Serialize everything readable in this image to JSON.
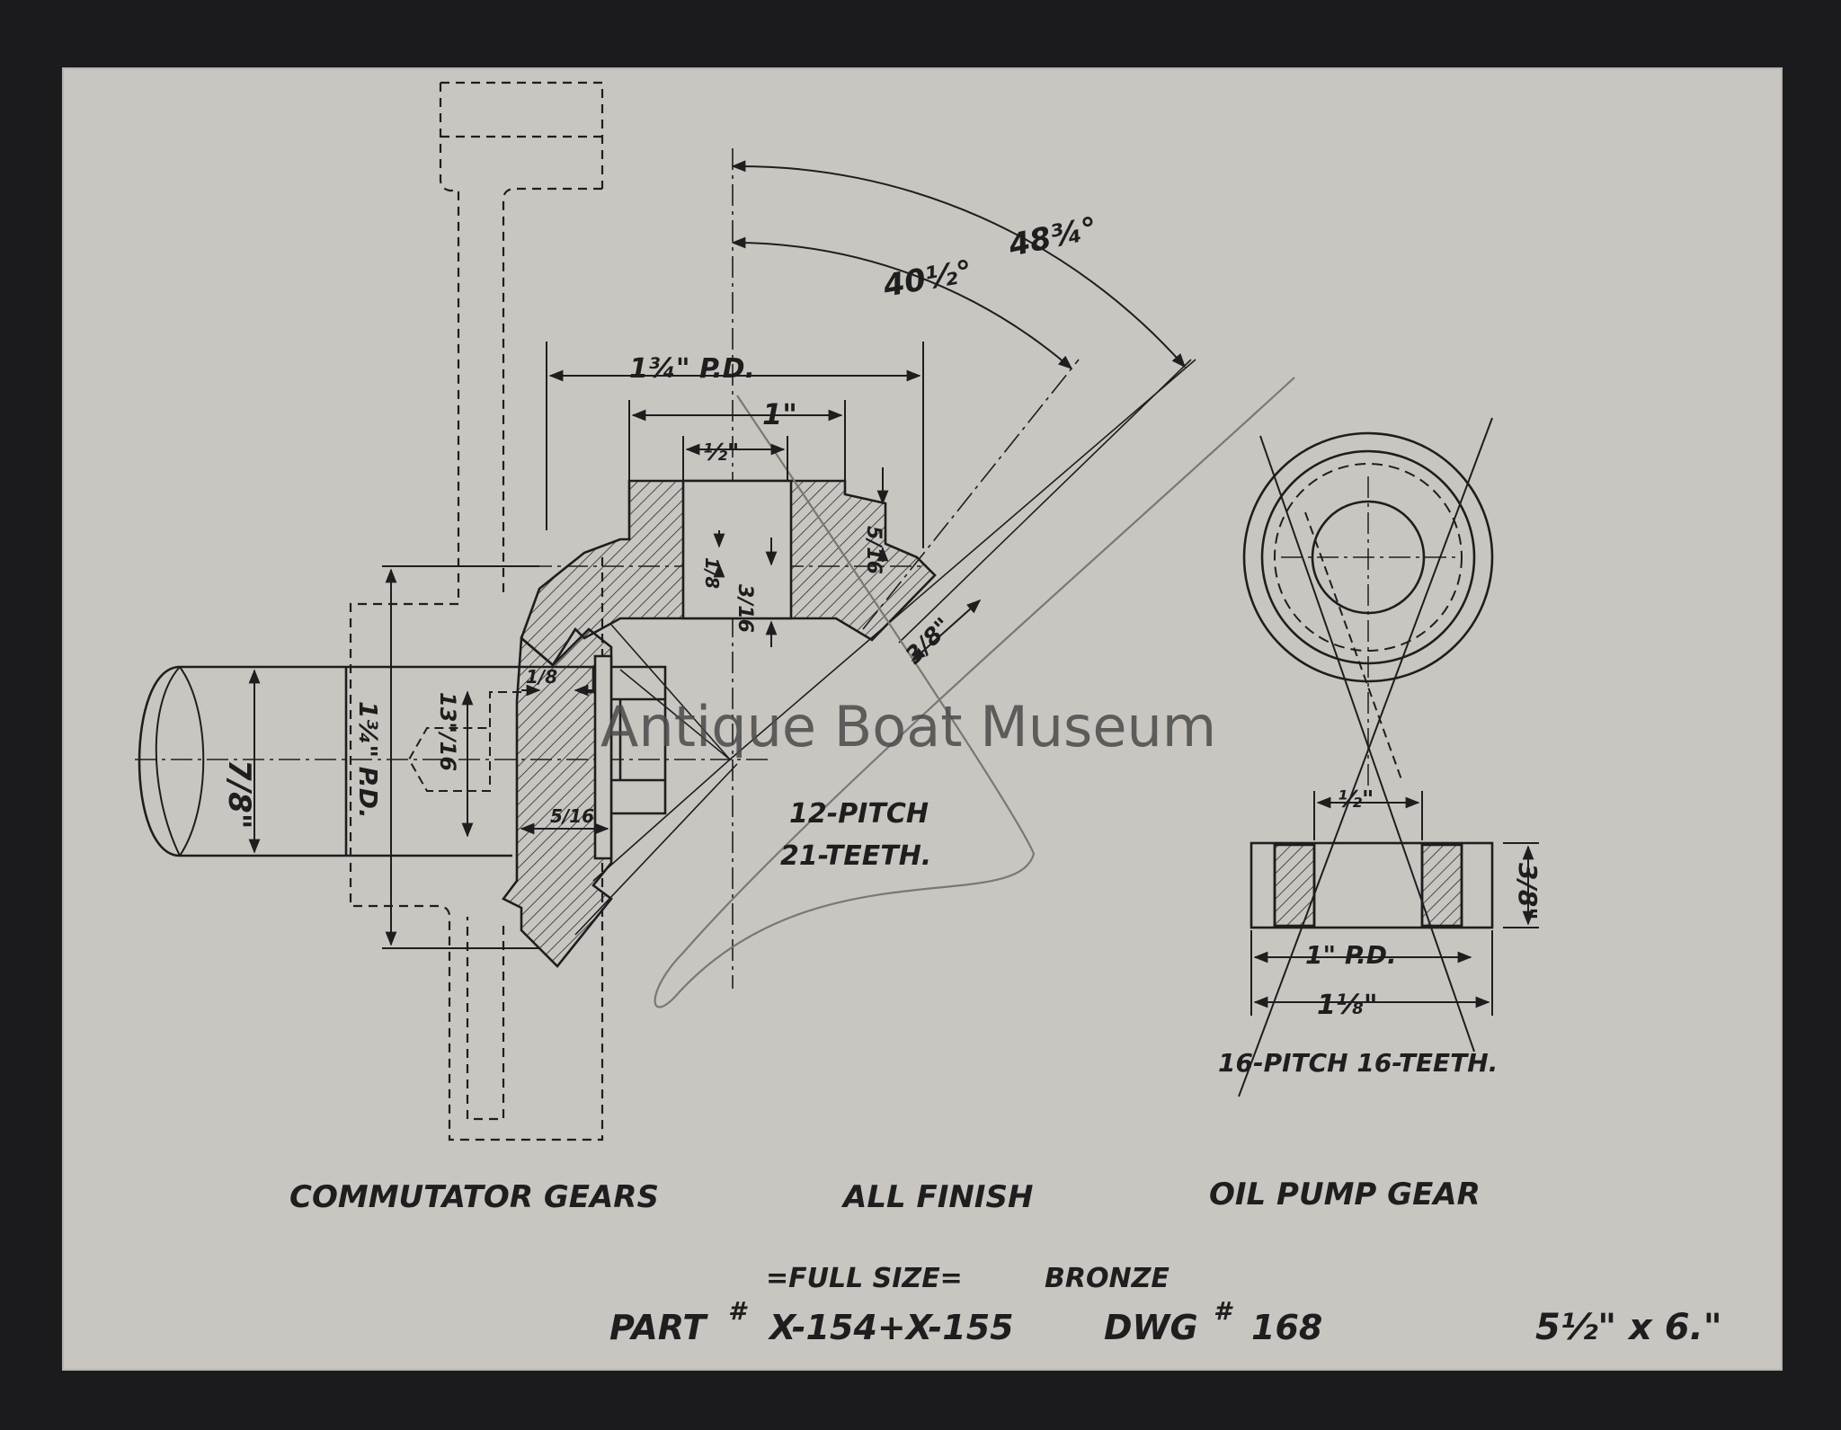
{
  "drawing": {
    "titles": {
      "left": "COMMUTATOR GEARS",
      "center": "ALL FINISH",
      "right": "OIL PUMP GEAR"
    },
    "scale_note": "=FULL SIZE=",
    "material": "BRONZE",
    "part_label": "PART",
    "part_number": "X-154+X-155",
    "dwg_label": "DWG",
    "dwg_number": "168",
    "number_sign": "#",
    "size_note": "5½\" x 6.\""
  },
  "commutator": {
    "pitch": "12-PITCH",
    "teeth": "21-TEETH.",
    "angle_outer": "48¾°",
    "angle_inner": "40½°",
    "pd_top": "1¾\" P.D.",
    "dim_1in": "1\"",
    "dim_half": "½\"",
    "dim_5_16_flange": "5/16",
    "dim_1_8": "1/8",
    "dim_3_16": "3/16",
    "dim_3_8_face": "3/8\"",
    "dim_shaft": "7/8\"",
    "dim_pd_vertical": "1¾\" P.D.",
    "dim_13_16": "13\"/16",
    "dim_1_8_small": "1/8",
    "dim_5_16_bottom": "5/16"
  },
  "oil_pump": {
    "pitch_teeth": "16-PITCH  16-TEETH.",
    "dim_half": "½\"",
    "dim_3_8": "3/8\"",
    "dim_1_pd": "1\" P.D.",
    "dim_1_1_8": "1⅛\""
  },
  "watermark": "Antique Boat Museum",
  "colors": {
    "paper": "#c9c6c1",
    "ink": "#1e1e1e",
    "background": "#1b1b1d"
  }
}
